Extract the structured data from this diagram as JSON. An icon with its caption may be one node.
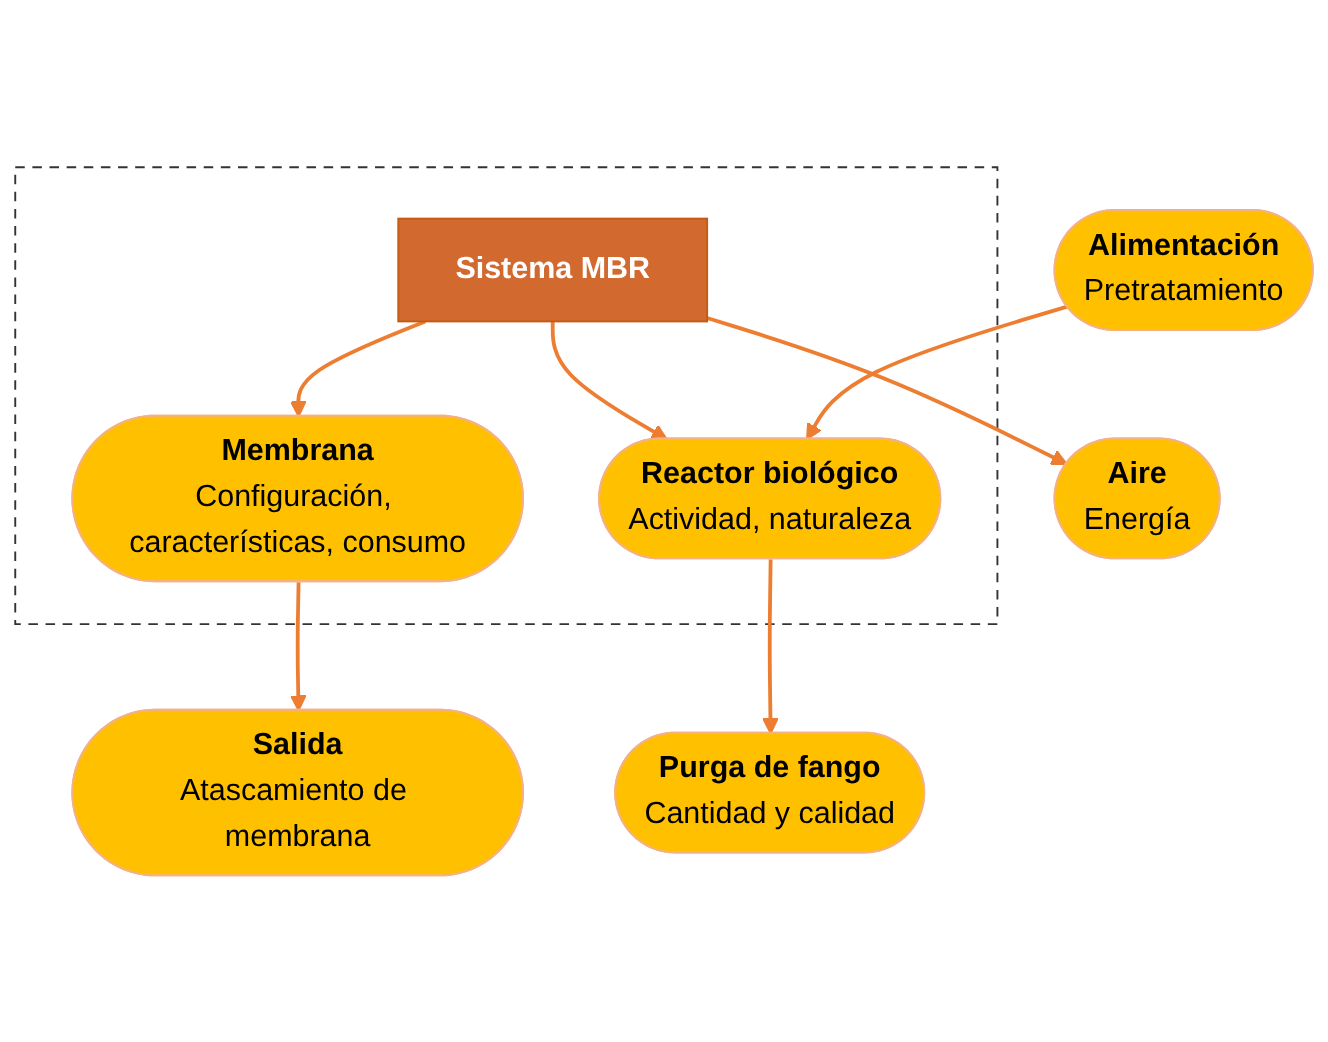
{
  "diagram": {
    "nodes": [
      {
        "text": [
          "Purga de fango",
          "Cantidad y calidad"
        ]
      },
      {
        "text": [],
        "shape": "box"
      },
      {
        "text": [
          "Membrana",
          "Configuración, características, consumo"
        ],
        "in": 1
      },
      {
        "text": [
          "Salida",
          "Atascamiento de membrana"
        ]
      },
      {
        "text": [
          "Reactor biológico",
          "Actividad, naturaleza"
        ],
        "in": 1
      },
      {
        "text": [
          "Sistema MBR"
        ],
        "in": 1
      },
      {
        "text": [
          "Alimentación",
          "Pretratamiento"
        ]
      },
      {
        "text": [
          "Aire",
          "Energía"
        ]
      }
    ],
    "edges": [
      {
        "from": 4,
        "to": 0,
        "arrow": "to"
      },
      {
        "from": 5,
        "to": 2,
        "arrow": "to"
      },
      {
        "from": 2,
        "to": 3,
        "arrow": "to"
      },
      {
        "from": 5,
        "to": 4,
        "arrow": "to"
      },
      {
        "from": 6,
        "to": 4,
        "arrow": "to"
      },
      {
        "from": 5,
        "to": 7,
        "arrow": "to"
      }
    ]
  }
}
